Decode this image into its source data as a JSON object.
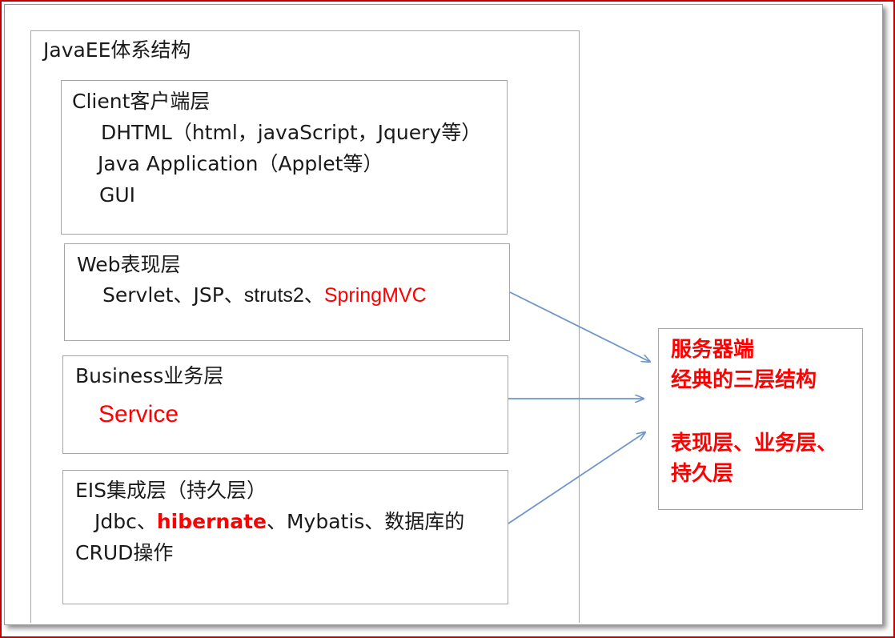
{
  "title": "JavaEE体系结构",
  "client": {
    "heading": "Client客户端层",
    "line1": "DHTML（html，javaScript，Jquery等）",
    "line2": "Java Application（Applet等）",
    "line3": "GUI"
  },
  "web": {
    "heading": "Web表现层",
    "prefix": "Servlet、JSP、",
    "struts": "struts2、",
    "spring": "SpringMVC"
  },
  "business": {
    "heading": "Business业务层",
    "service": "Service"
  },
  "eis": {
    "heading": "EIS集成层（持久层）",
    "jdbc": "Jdbc、",
    "hibernate": "hibernate",
    "rest": "、Mybatis、数据库的",
    "line2": "CRUD操作"
  },
  "server": {
    "line1": "服务器端",
    "line2": "经典的三层结构",
    "line3": "表现层、业务层、",
    "line4": "持久层"
  },
  "colors": {
    "highlight": "#ff0000",
    "arrow": "#6f96c8",
    "border": "#a6a6a6",
    "frame": "#c00000"
  }
}
